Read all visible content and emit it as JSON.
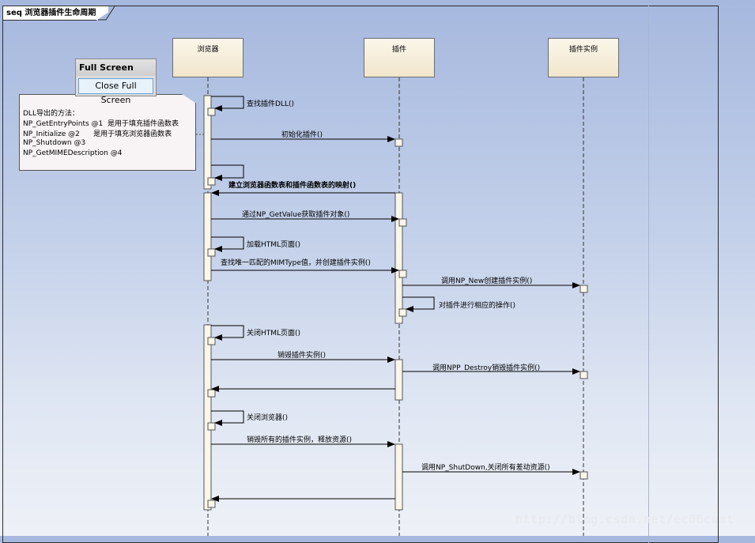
{
  "diagram": {
    "title": "seq 浏览器插件生命周期",
    "lifelines": [
      "浏览器",
      "插件",
      "插件实例"
    ],
    "note_lines": [
      "DLL导出的方法：",
      "NP_GetEntryPoints @1  是用于填充插件函数表",
      "NP_Initialize @2      是用于填充浏览器函数表",
      "NP_Shutdown @3",
      "NP_GetMIMEDescription @4"
    ],
    "messages": [
      "查找插件DLL()",
      "初始化插件()",
      "建立浏览器函数表和插件函数表的映射()",
      "通过NP_GetValue获取插件对象()",
      "加载HTML页面()",
      "查找唯一匹配的MIMType值，并创建插件实例()",
      "调用NP_New创建插件实例()",
      "对插件进行相应的操作()",
      "关闭HTML页面()",
      "销毁插件实例()",
      "调用NPP_Destroy销毁插件实例()",
      "关闭浏览器()",
      "销毁所有的插件实例，释放资源()",
      "调用NP_ShutDown,关闭所有差动资源()"
    ]
  },
  "fullscreen_popup": {
    "title": "Full Screen",
    "button_label": "Close Full Screen"
  },
  "watermark": "http://blog.csdn.net/ec06cumt"
}
